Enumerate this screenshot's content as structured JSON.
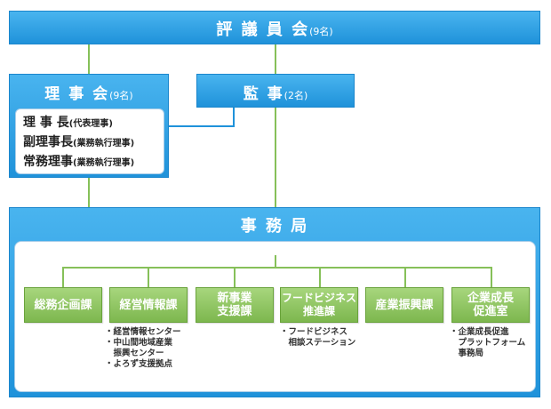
{
  "council": {
    "title": "評 議 員 会",
    "count": "(9名)"
  },
  "board": {
    "title": "理 事 会",
    "count": "(9名)"
  },
  "auditors": {
    "title": "監 事",
    "count": "(2名)"
  },
  "officers": [
    {
      "role": "理 事 長",
      "note": "(代表理事)"
    },
    {
      "role": "副理事長",
      "note": "(業務執行理事)"
    },
    {
      "role": "常務理事",
      "note": "(業務執行理事)"
    }
  ],
  "secretariat": {
    "title": "事 務 局"
  },
  "departments": [
    {
      "label": "総務企画課",
      "notes": ""
    },
    {
      "label": "経営情報課",
      "notes": "・経営情報センター\n・中山間地域産業\n　振興センター\n・よろず支援拠点"
    },
    {
      "label": "新事業\n支援課",
      "notes": ""
    },
    {
      "label": "フードビジネス\n推進課",
      "notes": "・フードビジネス\n　相談ステーション"
    },
    {
      "label": "産業振興課",
      "notes": ""
    },
    {
      "label": "企業成長\n促進室",
      "notes": "・企業成長促進\n　プラットフォーム\n　事務局"
    }
  ],
  "colors": {
    "blue": "#1f92da",
    "green": "#7db74e",
    "line": "#86c059"
  }
}
